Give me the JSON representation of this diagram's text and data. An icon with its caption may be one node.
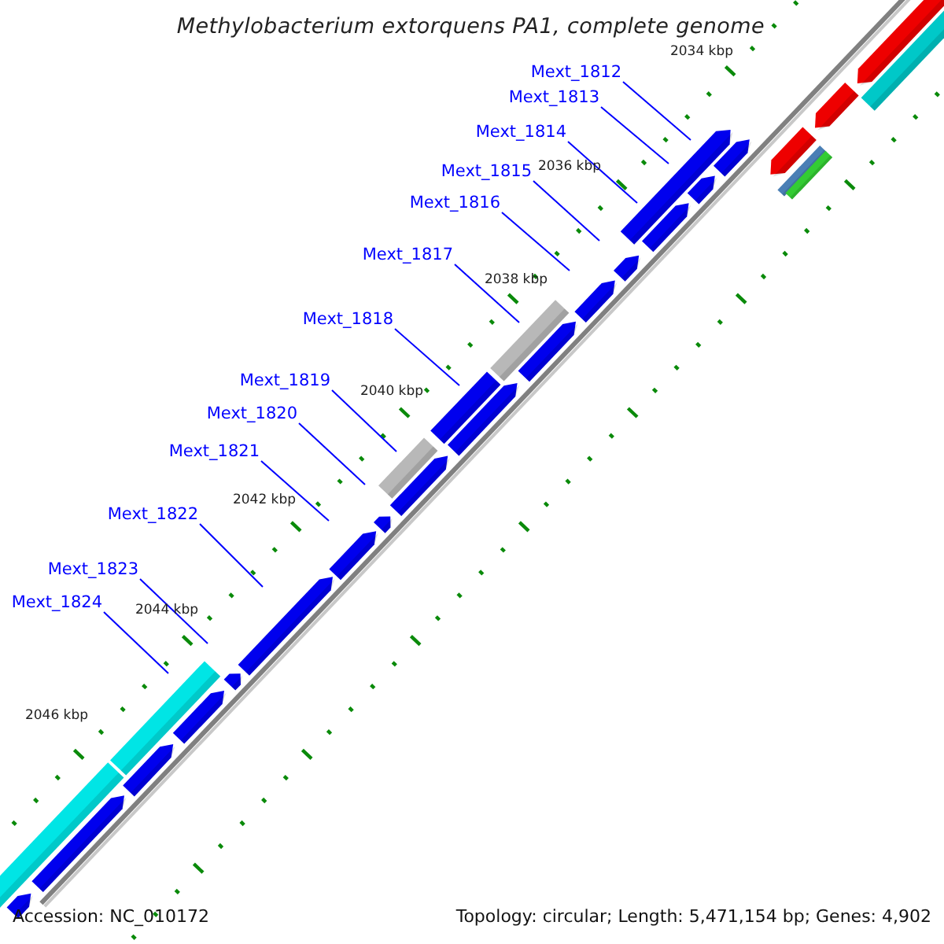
{
  "diagram": {
    "title": "Methylobacterium extorquens PA1, complete genome",
    "nodes": [
      {
        "text": [
          "Mext_1812"
        ]
      },
      {
        "text": [
          "Mext_1813"
        ]
      },
      {
        "text": [
          "Mext_1814"
        ]
      },
      {
        "text": [
          "Mext_1815"
        ]
      },
      {
        "text": [
          "Mext_1816"
        ]
      },
      {
        "text": [
          "Mext_1817"
        ]
      },
      {
        "text": [
          "Mext_1818"
        ]
      },
      {
        "text": [
          "Mext_1819"
        ]
      },
      {
        "text": [
          "Mext_1820"
        ]
      },
      {
        "text": [
          "Mext_1821"
        ]
      },
      {
        "text": [
          "Mext_1822"
        ]
      },
      {
        "text": [
          "Mext_1823"
        ]
      },
      {
        "text": [
          "Mext_1824"
        ]
      }
    ],
    "edges": [
      {
        "from": 0,
        "to": null,
        "arrow": "none"
      },
      {
        "from": 1,
        "to": null,
        "arrow": "none"
      },
      {
        "from": 2,
        "to": null,
        "arrow": "none"
      },
      {
        "from": 3,
        "to": null,
        "arrow": "none"
      },
      {
        "from": 4,
        "to": null,
        "arrow": "none"
      },
      {
        "from": 5,
        "to": null,
        "arrow": "none"
      },
      {
        "from": 6,
        "to": null,
        "arrow": "none"
      },
      {
        "from": 7,
        "to": null,
        "arrow": "none"
      },
      {
        "from": 8,
        "to": null,
        "arrow": "none"
      },
      {
        "from": 9,
        "to": null,
        "arrow": "none"
      },
      {
        "from": 10,
        "to": null,
        "arrow": "none"
      },
      {
        "from": 11,
        "to": null,
        "arrow": "none"
      },
      {
        "from": 12,
        "to": null,
        "arrow": "none"
      }
    ],
    "labels": [
      "2034 kbp",
      "2036 kbp",
      "2038 kbp",
      "2040 kbp",
      "2042 kbp",
      "2044 kbp",
      "2046 kbp",
      "Accession: NC_010172",
      "Topology: circular; Length: 5,471,154 bp; Genes: 4,902"
    ]
  }
}
